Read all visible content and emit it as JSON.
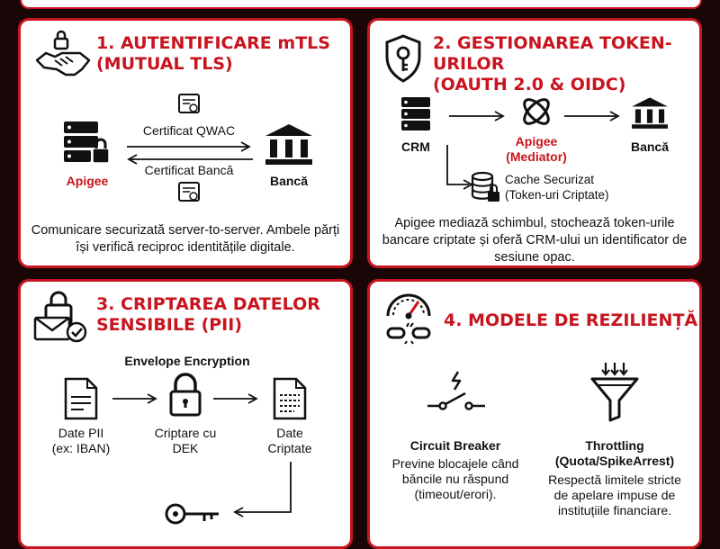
{
  "card1": {
    "title_line1": "1. AUTENTIFICARE mTLS",
    "title_line2": "(MUTUAL TLS)",
    "icon": "handshake-lock-icon",
    "left_node": "Apigee",
    "right_node": "Bancă",
    "arrow_top": "Certificat QWAC",
    "arrow_bottom": "Certificat Bancă",
    "description": "Comunicare securizată server-to-server. Ambele părți își verifică reciproc identitățile digitale."
  },
  "card2": {
    "title_line1": "2. GESTIONAREA TOKEN-URILOR",
    "title_line2": "(OAUTH 2.0 & OIDC)",
    "icon": "shield-key-icon",
    "crm": "CRM",
    "mediator_line1": "Apigee",
    "mediator_line2": "(Mediator)",
    "bank": "Bancă",
    "cache_line1": "Cache Securizat",
    "cache_line2": "(Token-uri Criptate)",
    "description": "Apigee mediază schimbul, stochează token-urile bancare criptate și oferă CRM-ului un identificator de sesiune opac."
  },
  "card3": {
    "title_line1": "3. CRIPTAREA DATELOR",
    "title_line2": "SENSIBILE (PII)",
    "icon": "lock-envelope-icon",
    "subtitle": "Envelope Encryption",
    "step1_line1": "Date PII",
    "step1_line2": "(ex: IBAN)",
    "step2_line1": "Criptare cu",
    "step2_line2": "DEK",
    "step3_line1": "Date",
    "step3_line2": "Criptate"
  },
  "card4": {
    "title": "4. MODELE DE REZILIENȚĂ",
    "icon": "gauge-broken-link-icon",
    "cb_label": "Circuit Breaker",
    "cb_desc_1": "Previne blocajele când",
    "cb_desc_2": "băncile nu răspund",
    "cb_desc_3": "(timeout/erori).",
    "th_label_1": "Throttling",
    "th_label_2": "(Quota/SpikeArrest)",
    "th_desc_1": "Respectă limitele stricte",
    "th_desc_2": "de apelare impuse de",
    "th_desc_3": "instituțiile financiare."
  }
}
